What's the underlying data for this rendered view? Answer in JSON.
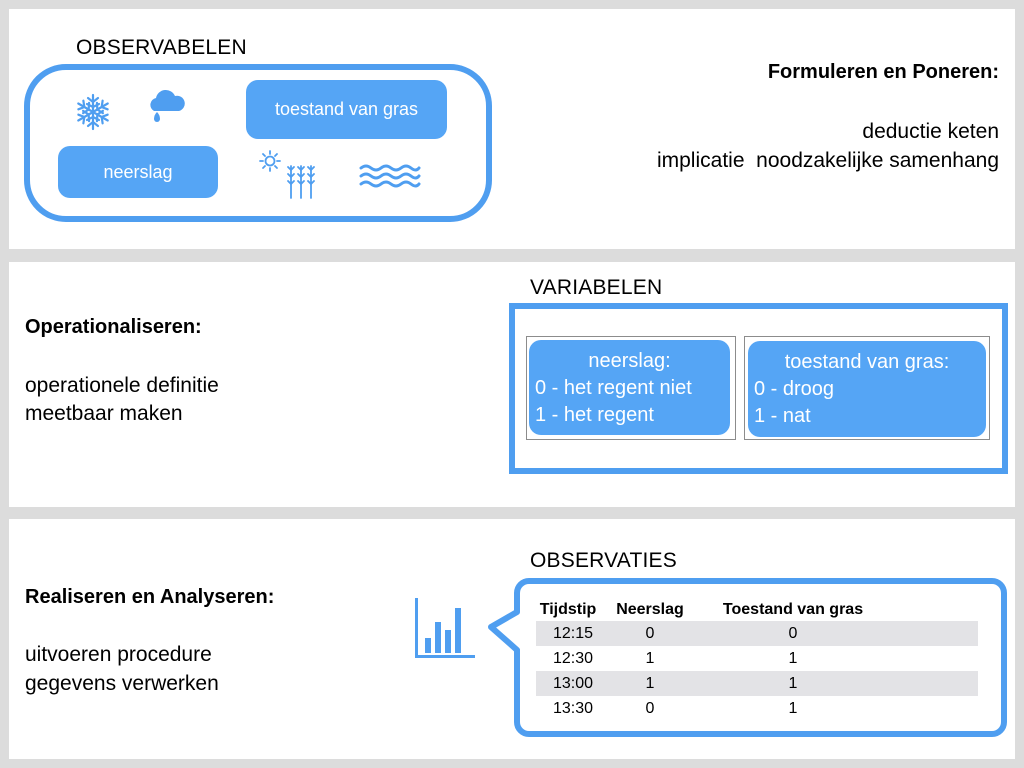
{
  "observabelen": {
    "title": "OBSERVABELEN",
    "items": {
      "toestand": "toestand van gras",
      "neerslag": "neerslag"
    },
    "icons": [
      "snowflake-icon",
      "rain-cloud-icon",
      "sun-wheat-icon",
      "water-waves-icon"
    ]
  },
  "formuleren": {
    "heading": "Formuleren en Poneren:",
    "line1": "deductie keten",
    "line2": "implicatie  noodzakelijke samenhang"
  },
  "operationaliseren": {
    "heading": "Operationaliseren:",
    "line1": "operationele definitie",
    "line2": "meetbaar maken"
  },
  "variabelen": {
    "title": "VARIABELEN",
    "neerslag": {
      "header": "neerslag:",
      "v0": "0 - het regent niet",
      "v1": "1 - het regent"
    },
    "gras": {
      "header": "toestand van gras:",
      "v0": "0 - droog",
      "v1": "1 - nat"
    }
  },
  "realiseren": {
    "heading": "Realiseren en Analyseren:",
    "line1": "uitvoeren procedure",
    "line2": "gegevens verwerken"
  },
  "observaties": {
    "title": "OBSERVATIES",
    "columns": [
      "Tijdstip",
      "Neerslag",
      "Toestand van gras"
    ],
    "rows": [
      [
        "12:15",
        "0",
        "0"
      ],
      [
        "12:30",
        "1",
        "1"
      ],
      [
        "13:00",
        "1",
        "1"
      ],
      [
        "13:30",
        "0",
        "1"
      ]
    ]
  },
  "colors": {
    "accent": "#4f9ef0",
    "pill": "#55a5f5",
    "row_shade": "#e3e3e6"
  }
}
